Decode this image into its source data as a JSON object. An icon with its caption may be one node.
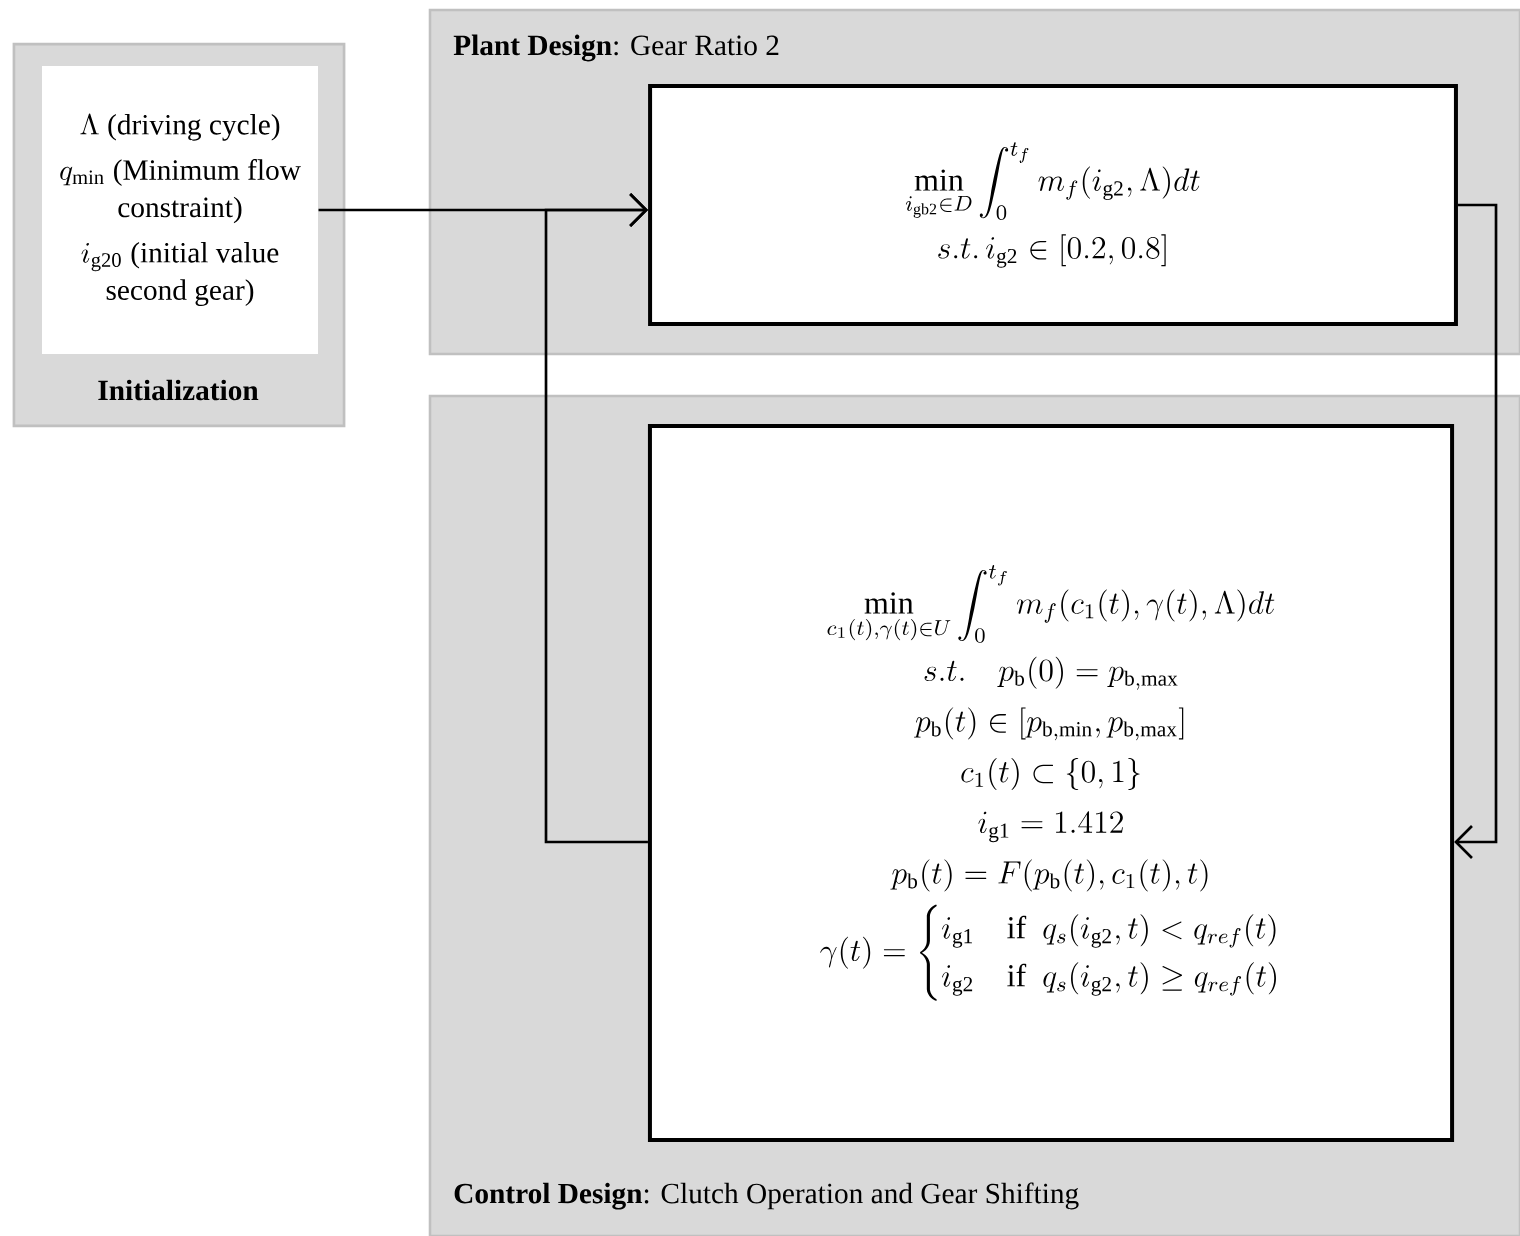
{
  "diagram": {
    "nodes": [
      {
        "text": [
          "**Initialization**"
        ]
      },
      {
        "text": [
          "\\Lambda",
          "(driving cycle)",
          "q_{\\mathrm{min}}",
          "(Minimum flow constraint)",
          "i_{\\mathrm{g20}}",
          "(initial value second gear)"
        ],
        "in": 0
      },
      {
        "text": [
          "**Plant Design**: Gear Ratio 2"
        ]
      },
      {
        "text": [
          "\\min_{i_{\\mathrm{gb2}}\\in D}\\int_0^{t_f} m_f(i_{\\mathrm{g2}},\\Lambda)dt",
          "s.t.\\, i_{\\mathrm{g2}}\\in[0.2,0.8]"
        ],
        "in": 2
      },
      {
        "text": [
          "**Control Design**: Clutch Operation and Gear Shifting"
        ]
      },
      {
        "text": [
          "\\min_{c_1(t),\\gamma(t)\\in U}\\int_0^{t_f} m_f(c_1(t),\\gamma(t),\\Lambda)dt",
          "s.t.\\quad p_{\\mathrm{b}}(0)=p_{\\mathrm{b,max}}",
          "p_{\\mathrm{b}}(t)\\in[p_{\\mathrm{b,min}},p_{\\mathrm{b,max}}]",
          "c_1(t)\\subset\\{0,1\\}",
          "i_{\\mathrm{g1}}=1.412",
          "p_{\\mathrm{b}}(t)=F(p_{\\mathrm{b}}(t),c_1(t),t)",
          "\\gamma(t)=\\begin{cases}i_{\\mathrm{g1}} & \\text{if}\\ \\ q_s(i_{\\mathrm{g2}},t)<q_{ref}(t)\\\\ i_{\\mathrm{g2}} & \\text{if}\\ \\ q_s(i_{\\mathrm{g2}},t)\\geq q_{ref}(t)\\end{cases}"
        ],
        "in": 4
      }
    ],
    "edges": [
      {
        "from": 1,
        "to": 3,
        "arrow": "to"
      },
      {
        "from": 3,
        "to": 5,
        "arrow": "to"
      },
      {
        "from": 5,
        "to": 3,
        "arrow": "to"
      }
    ]
  }
}
